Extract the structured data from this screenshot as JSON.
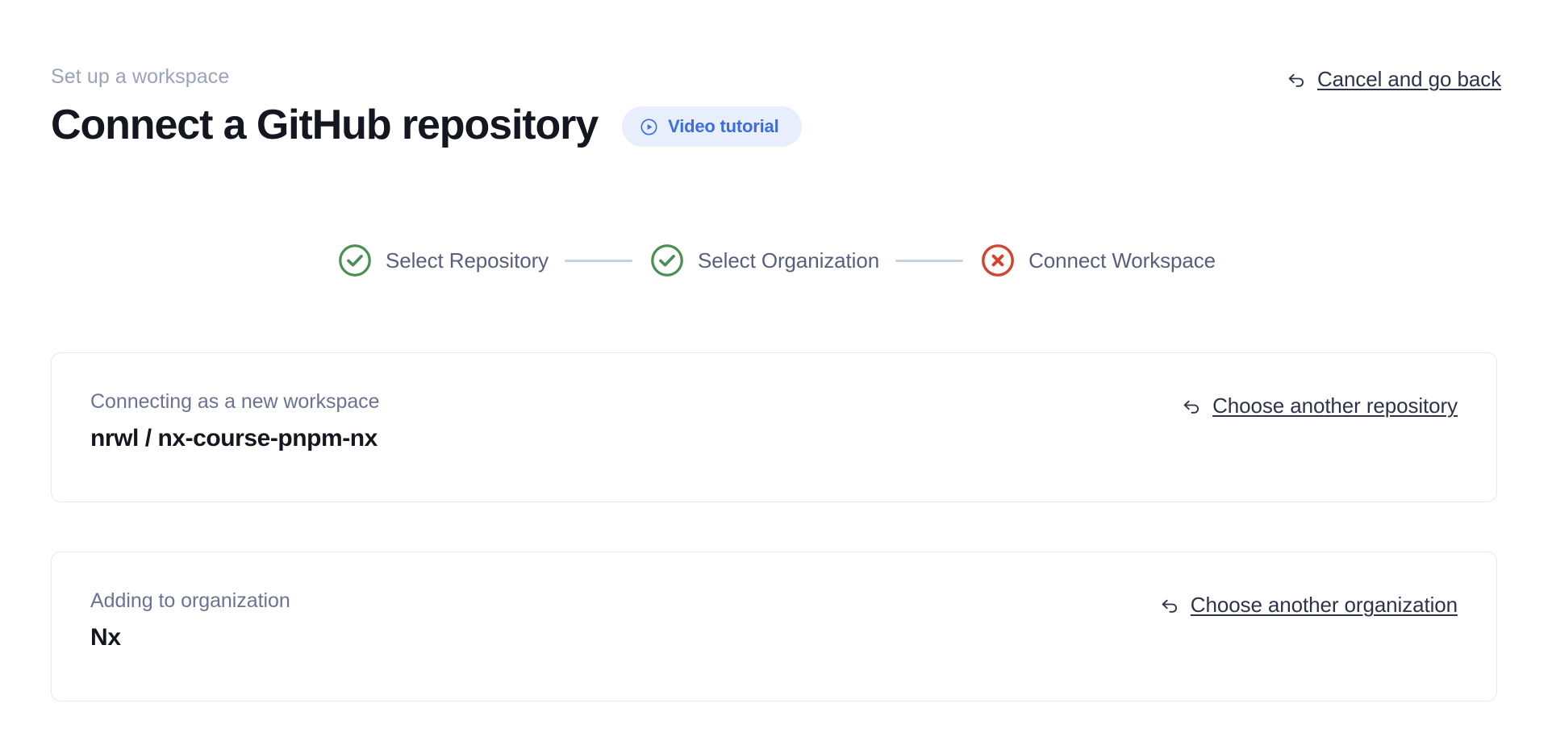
{
  "header": {
    "eyebrow": "Set up a workspace",
    "title": "Connect a GitHub repository",
    "video_badge": {
      "label": "Video tutorial",
      "icon": "play-circle-icon",
      "bg_color": "#e8eefc",
      "text_color": "#3a6ee0"
    },
    "cancel_link": {
      "label": "Cancel and go back",
      "icon": "arrow-uturn-left-icon"
    }
  },
  "stepper": {
    "connector_color": "#c9d1e0",
    "steps": [
      {
        "label": "Select Repository",
        "state": "complete",
        "icon": "check-circle-icon",
        "color": "#4a9055"
      },
      {
        "label": "Select Organization",
        "state": "complete",
        "icon": "check-circle-icon",
        "color": "#4a9055"
      },
      {
        "label": "Connect Workspace",
        "state": "error",
        "icon": "x-circle-icon",
        "color": "#d1452f"
      }
    ]
  },
  "cards": [
    {
      "caption": "Connecting as a new workspace",
      "value": "nrwl / nx-course-pnpm-nx",
      "link": {
        "label": "Choose another repository",
        "icon": "arrow-uturn-left-icon"
      }
    },
    {
      "caption": "Adding to organization",
      "value": "Nx",
      "link": {
        "label": "Choose another organization",
        "icon": "arrow-uturn-left-icon"
      }
    }
  ]
}
